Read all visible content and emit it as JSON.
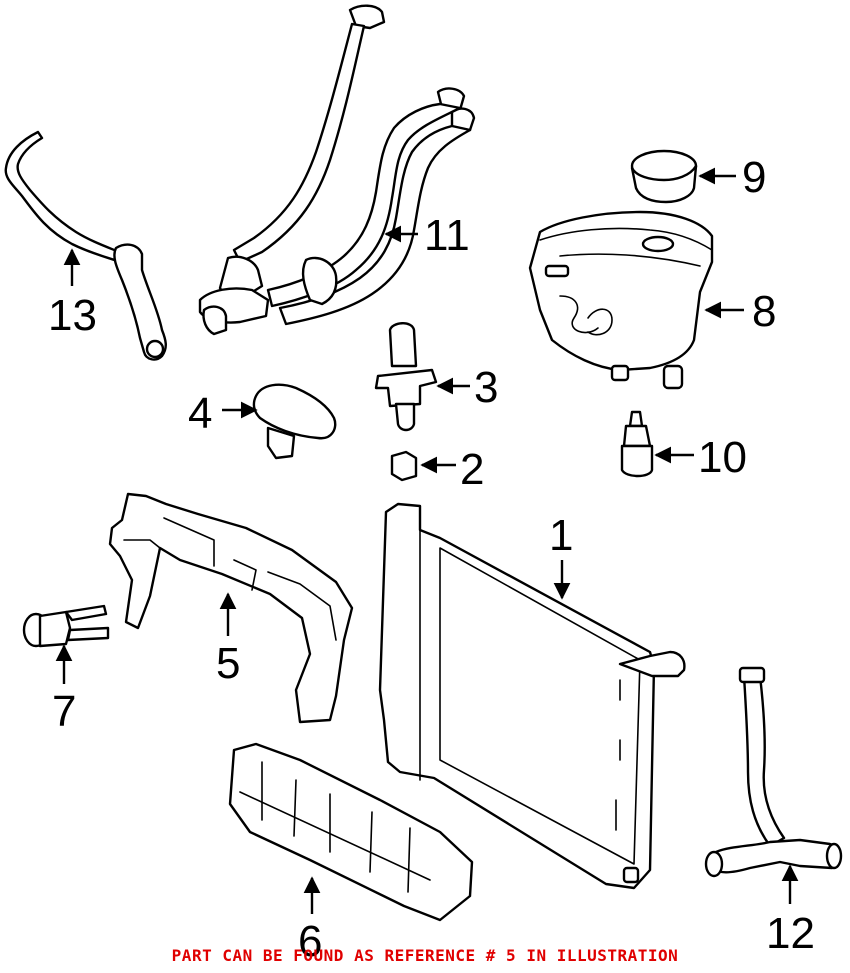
{
  "diagram": {
    "accent_color": "#e00000",
    "callouts": [
      "1",
      "2",
      "3",
      "4",
      "5",
      "6",
      "7",
      "8",
      "9",
      "10",
      "11",
      "12",
      "13"
    ],
    "parts": [
      {
        "ref": "1",
        "icon": "radiator-icon"
      },
      {
        "ref": "2",
        "icon": "rubber-grommet-icon"
      },
      {
        "ref": "3",
        "icon": "mount-bracket-icon"
      },
      {
        "ref": "4",
        "icon": "upper-mount-pad-icon"
      },
      {
        "ref": "5",
        "icon": "air-deflector-icon"
      },
      {
        "ref": "6",
        "icon": "lower-air-guide-icon"
      },
      {
        "ref": "7",
        "icon": "push-clip-icon"
      },
      {
        "ref": "8",
        "icon": "expansion-tank-icon"
      },
      {
        "ref": "9",
        "icon": "tank-cap-icon"
      },
      {
        "ref": "10",
        "icon": "bleeder-valve-icon"
      },
      {
        "ref": "11",
        "icon": "coolant-pipe-icon"
      },
      {
        "ref": "12",
        "icon": "lower-hose-icon"
      },
      {
        "ref": "13",
        "icon": "vent-hose-icon"
      }
    ]
  },
  "footer": {
    "note": "PART CAN BE FOUND AS REFERENCE # 5 IN ILLUSTRATION"
  }
}
